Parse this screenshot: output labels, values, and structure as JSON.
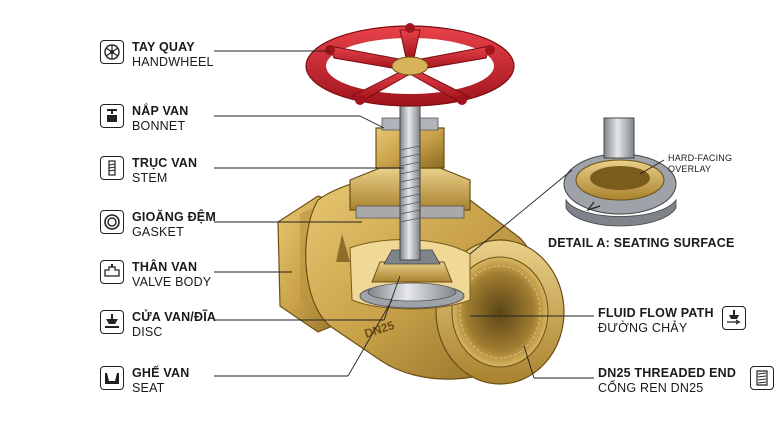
{
  "labels": {
    "handwheel": {
      "vi": "TAY QUAY",
      "en": "HANDWHEEL",
      "icon": "handwheel-icon"
    },
    "bonnet": {
      "vi": "NẮP VAN",
      "en": "BONNET",
      "icon": "bonnet-icon"
    },
    "stem": {
      "vi": "TRỤC VAN",
      "en": "STEM",
      "icon": "stem-icon"
    },
    "gasket": {
      "vi": "GIOĂNG ĐỆM",
      "en": "GASKET",
      "icon": "gasket-icon"
    },
    "body": {
      "vi": "THÂN VAN",
      "en": "VALVE BODY",
      "icon": "valve-body-icon"
    },
    "disc": {
      "vi": "CỬA VAN/ĐĨA",
      "en": "DISC",
      "icon": "disc-icon"
    },
    "seat": {
      "vi": "GHẾ VAN",
      "en": "SEAT",
      "icon": "seat-icon"
    }
  },
  "right_labels": {
    "flow": {
      "en": "FLUID FLOW PATH",
      "vi": "ĐƯỜNG CHẢY",
      "icon": "flow-path-icon"
    },
    "thread": {
      "en": "DN25 THREADED END",
      "vi": "CỔNG REN DN25",
      "icon": "threaded-end-icon"
    }
  },
  "detail": {
    "title": "DETAIL A: SEATING SURFACE",
    "callout_line1": "HARD-FACING",
    "callout_line2": "OVERLAY"
  },
  "body_marking": "DN25",
  "colors": {
    "brass": "#c9a24a",
    "brass_dark": "#8a6a22",
    "handwheel_red": "#c8202a",
    "steel": "#b8bcc2",
    "line": "#222222"
  }
}
